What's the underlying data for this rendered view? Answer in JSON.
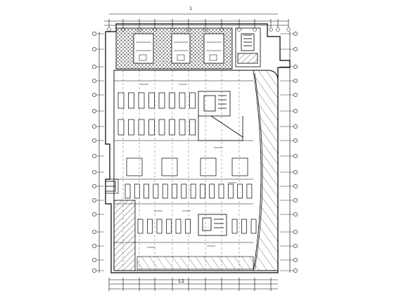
{
  "drawing": {
    "kind": "basement parking floor plan",
    "top_axis_label": "1",
    "bottom_axis_label": "L1",
    "line_color": "#000000",
    "hatch_color": "#000000",
    "background": "#ffffff"
  }
}
